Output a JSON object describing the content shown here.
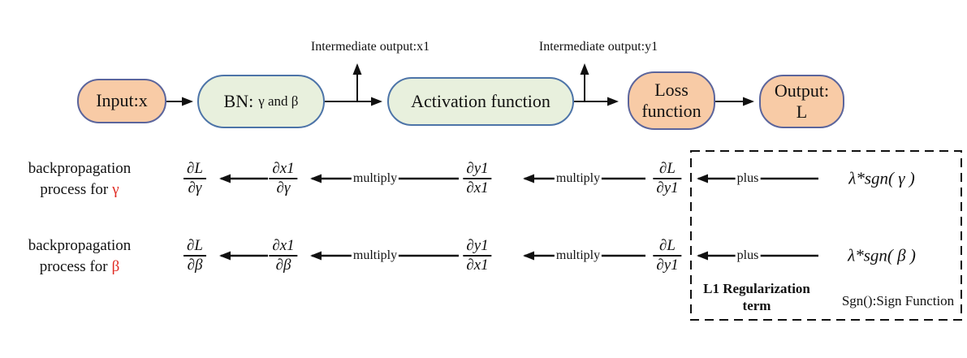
{
  "colors": {
    "node_fill_orange": "#f8cba6",
    "node_fill_green": "#e8f0dd",
    "node_border_orange": "#5b659c",
    "node_border_green": "#4d74a8",
    "red_symbol": "#e02a22",
    "line": "#111111"
  },
  "flowchart": {
    "input": "Input:x",
    "bn_main": "BN:",
    "bn_sub": "γ and β",
    "activation": "Activation function",
    "loss_line1": "Loss",
    "loss_line2": "function",
    "output_line1": "Output:",
    "output_line2": "L",
    "intermediate_x1": "Intermediate output:x1",
    "intermediate_y1": "Intermediate output:y1"
  },
  "rows": {
    "gamma": {
      "label_line1": "backpropagation",
      "label_line2": "process for",
      "symbol": "γ",
      "f1_num": "∂L",
      "f1_den": "∂γ",
      "f2_num": "∂x1",
      "f2_den": "∂γ",
      "f3_num": "∂y1",
      "f3_den": "∂x1",
      "f4_num": "∂L",
      "f4_den": "∂y1",
      "op1": "multiply",
      "op2": "multiply",
      "op3": "plus",
      "reg_term": "λ*sgn( γ )"
    },
    "beta": {
      "label_line1": "backpropagation",
      "label_line2": "process for",
      "symbol": "β",
      "f1_num": "∂L",
      "f1_den": "∂β",
      "f2_num": "∂x1",
      "f2_den": "∂β",
      "f3_num": "∂y1",
      "f3_den": "∂x1",
      "f4_num": "∂L",
      "f4_den": "∂y1",
      "op1": "multiply",
      "op2": "multiply",
      "op3": "plus",
      "reg_term": "λ*sgn( β )"
    }
  },
  "regbox": {
    "title_line1": "L1 Regularization",
    "title_line2": "term",
    "note": "Sgn():Sign Function"
  }
}
